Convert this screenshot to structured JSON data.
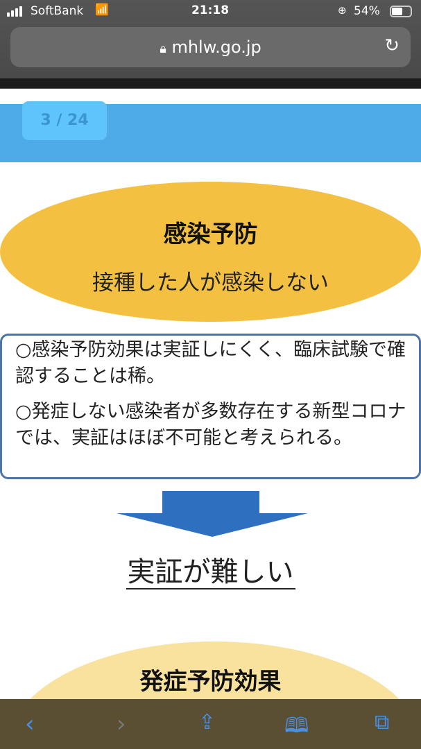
{
  "status_bar": {
    "carrier": "SoftBank",
    "time": "21:18",
    "battery": "54%",
    "battery_level": 0.54
  },
  "browser": {
    "url": "mhlw.go.jp",
    "icons": [
      "lock-icon",
      "reload-icon"
    ]
  },
  "slide": {
    "page_indicator": "3 / 24",
    "heading": "感染予防",
    "subheading": "接種した人が感染しない",
    "points": [
      "○感染予防効果は実証しにくく、臨床試験で確認することは稀。",
      "○発症しない感染者が多数存在する新型コロナでは、実証はほぼ不可能と考えられる。"
    ],
    "conclusion": "実証が難しい",
    "next_heading": "発症予防効果"
  },
  "colors": {
    "banner": "#4eabe8",
    "ellipse": "#f3c042",
    "arrow": "#2f6fbf",
    "toolbar_icon": "#4a90e2"
  },
  "toolbar": {
    "icons": [
      "back-icon",
      "forward-icon",
      "share-icon",
      "bookmarks-icon",
      "tabs-icon"
    ]
  }
}
